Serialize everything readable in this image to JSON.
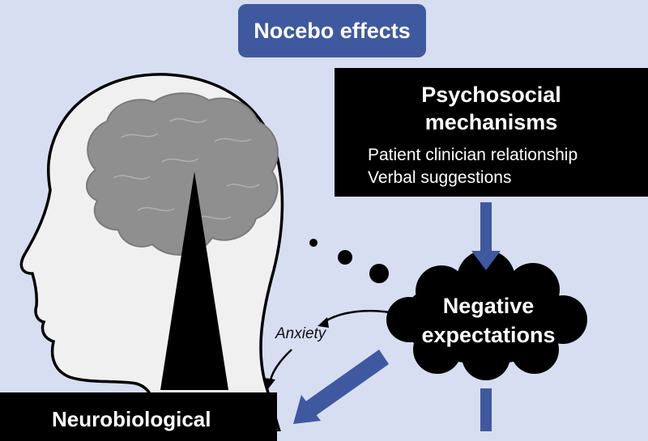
{
  "title": "Nocebo effects",
  "psychosocial": {
    "heading_line1": "Psychosocial",
    "heading_line2": "mechanisms",
    "items": [
      "Patient clinician relationship",
      "Verbal suggestions"
    ]
  },
  "negative_expectations": {
    "line1": "Negative",
    "line2": "expectations"
  },
  "anxiety_label": "Anxiety",
  "neurobiological": "Neurobiological",
  "colors": {
    "background": "#d8def2",
    "title_box": "#3f59a0",
    "arrow": "#3f59a0",
    "brain": "#8f8f8f",
    "box": "#000000"
  }
}
